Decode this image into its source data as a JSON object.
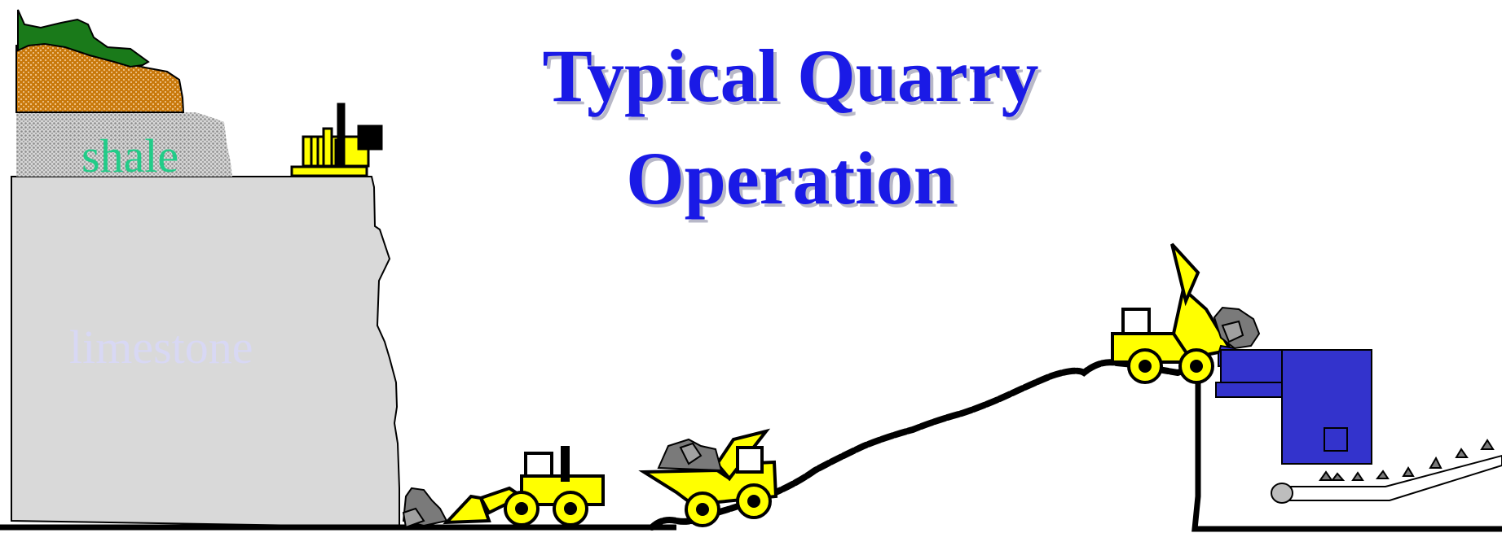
{
  "title": {
    "line1": "Typical Quarry",
    "line2": "Operation"
  },
  "labels": {
    "shale": "shale",
    "limestone": "limestone"
  },
  "colors": {
    "title": "#1a1ae6",
    "title_shadow": "#b8b8c8",
    "shale_text": "#22cc88",
    "limestone_text": "#d8d8f4",
    "limestone": "#d9d9d9",
    "shale": "#bdbdbd",
    "soil": "#c8780a",
    "vegetation": "#1a7a1a",
    "machine_yellow": "#ffff00",
    "crusher_blue": "#3333cc",
    "rock_gray": "#7a7a7a",
    "outline": "#000000"
  },
  "icons": [
    "drill-rig-icon",
    "loader-icon",
    "haul-truck-icon",
    "crusher-icon",
    "conveyor-icon",
    "rock-pile-icon"
  ]
}
